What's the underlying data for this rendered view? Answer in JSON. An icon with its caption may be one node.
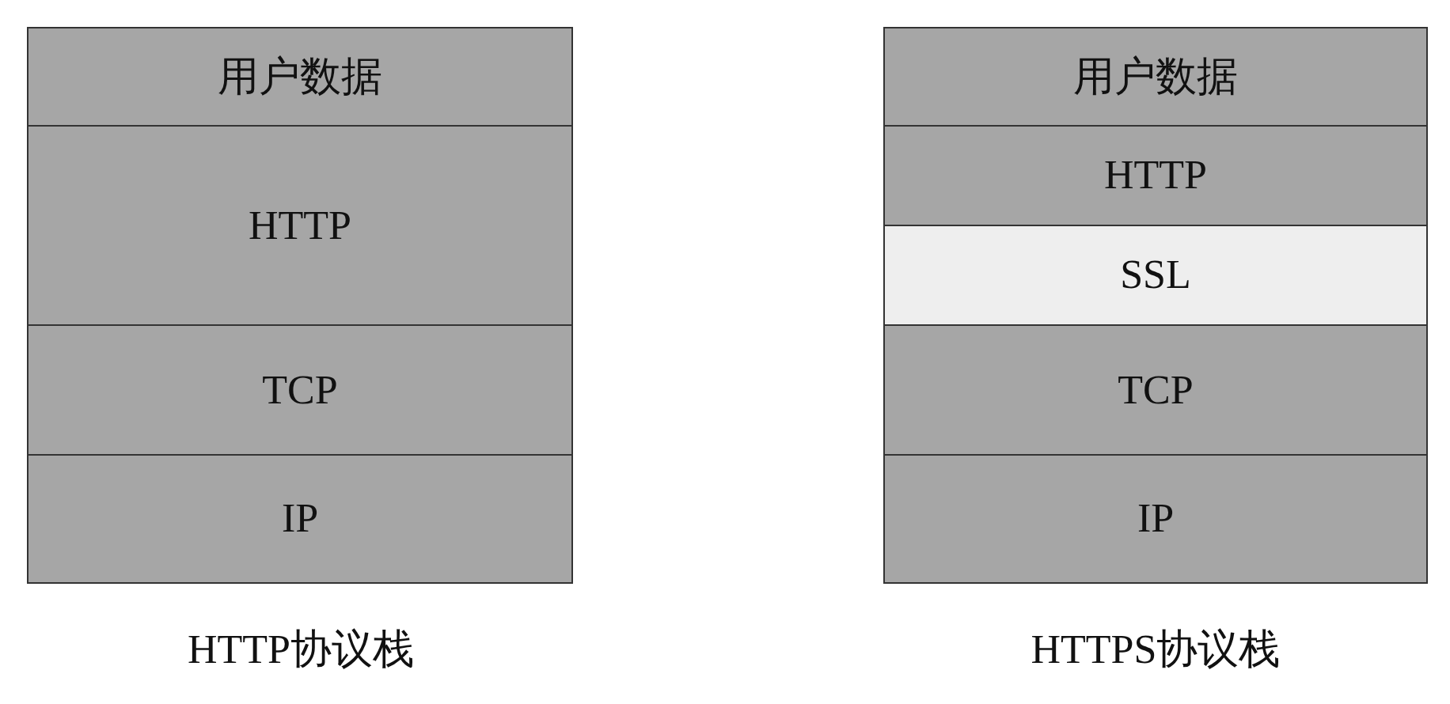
{
  "diagram": {
    "nodes": [
      {
        "text": [
          "用户数据"
        ]
      },
      {
        "text": [
          "HTTP"
        ]
      },
      {
        "text": [
          "TCP"
        ]
      },
      {
        "text": [
          "IP"
        ]
      },
      {
        "text": [
          "用户数据"
        ]
      },
      {
        "text": [
          "HTTP"
        ]
      },
      {
        "text": [
          "SSL"
        ]
      },
      {
        "text": [
          "TCP"
        ]
      },
      {
        "text": [
          "IP"
        ]
      }
    ],
    "edges": [],
    "labels": [
      "HTTP协议栈",
      "HTTPS协议栈"
    ]
  }
}
